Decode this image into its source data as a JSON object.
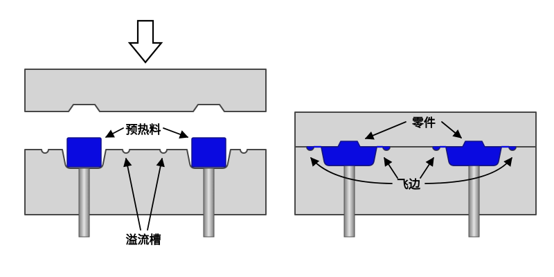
{
  "figure": {
    "left_stage": {
      "preheat_label": "预热料",
      "overflow_label": "溢流槽"
    },
    "right_stage": {
      "part_label": "零件",
      "flash_label": "飞边"
    }
  },
  "colors": {
    "mold_fill": "#d4d4d4",
    "mold_outline": "#474747",
    "material_fill": "#0a0ae0",
    "material_outline": "#121288",
    "arrow": "#000000",
    "background": "#ffffff"
  }
}
